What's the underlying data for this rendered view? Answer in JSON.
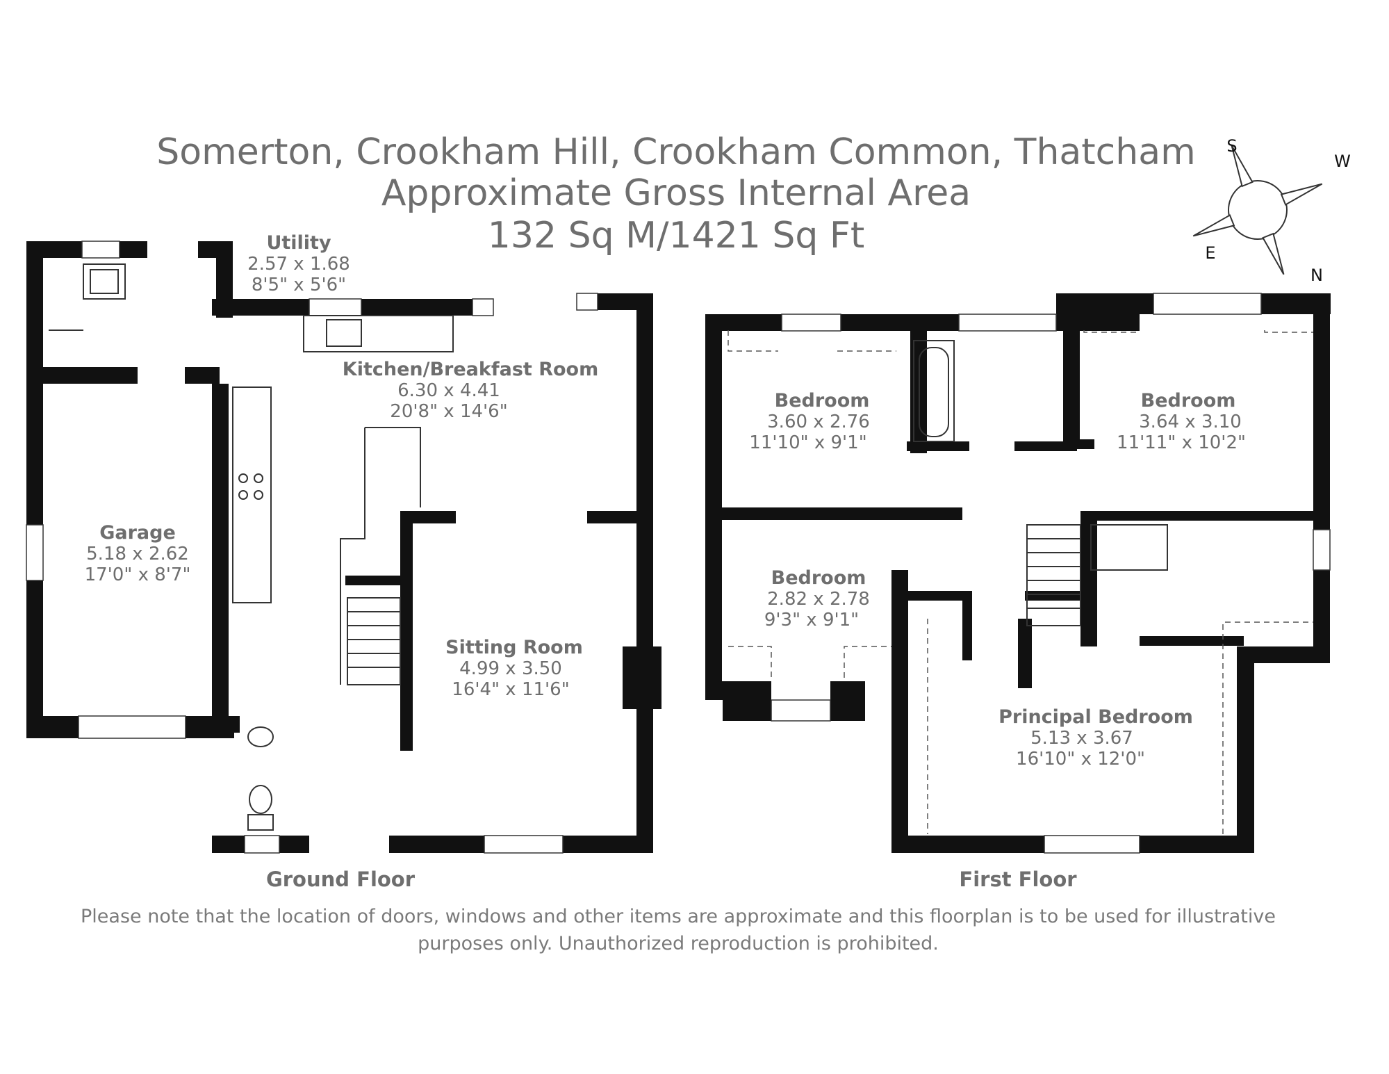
{
  "header": {
    "title": "Somerton, Crookham Hill, Crookham Common, Thatcham",
    "subtitle": "Approximate Gross Internal Area",
    "area": "132 Sq M/1421 Sq Ft"
  },
  "compass": {
    "s": "S",
    "w": "W",
    "e": "E",
    "n": "N"
  },
  "ground_floor": {
    "label": "Ground Floor",
    "rooms": [
      {
        "name": "Utility",
        "metric": "2.57 x 1.68",
        "imperial": "8'5\" x 5'6\""
      },
      {
        "name": "Kitchen/Breakfast Room",
        "metric": "6.30 x 4.41",
        "imperial": "20'8\" x 14'6\""
      },
      {
        "name": "Garage",
        "metric": "5.18 x 2.62",
        "imperial": "17'0\" x 8'7\""
      },
      {
        "name": "Sitting Room",
        "metric": "4.99 x 3.50",
        "imperial": "16'4\" x 11'6\""
      }
    ]
  },
  "first_floor": {
    "label": "First Floor",
    "rooms": [
      {
        "name": "Bedroom",
        "metric": "3.60 x 2.76",
        "imperial": "11'10\" x 9'1\""
      },
      {
        "name": "Bedroom",
        "metric": "3.64 x 3.10",
        "imperial": "11'11\" x 10'2\""
      },
      {
        "name": "Bedroom",
        "metric": "2.82 x 2.78",
        "imperial": "9'3\" x 9'1\""
      },
      {
        "name": "Principal Bedroom",
        "metric": "5.13 x 3.67",
        "imperial": "16'10\" x 12'0\""
      }
    ]
  },
  "disclaimer": {
    "line1": "Please note that the location of doors, windows and other items are approximate and this floorplan is to be used for illustrative",
    "line2": "purposes only. Unauthorized reproduction is prohibited."
  }
}
